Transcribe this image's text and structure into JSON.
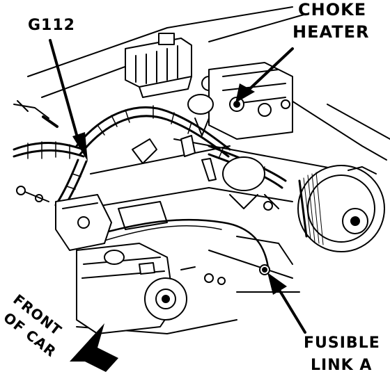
{
  "labels": {
    "g112": "G112",
    "choke": "CHOKE",
    "heater": "HEATER",
    "fusible": "FUSIBLE",
    "link_a": "LINK A",
    "front": "FRONT",
    "of_car": "OF CAR"
  },
  "colors": {
    "ink": "#000000",
    "paper": "#ffffff"
  }
}
